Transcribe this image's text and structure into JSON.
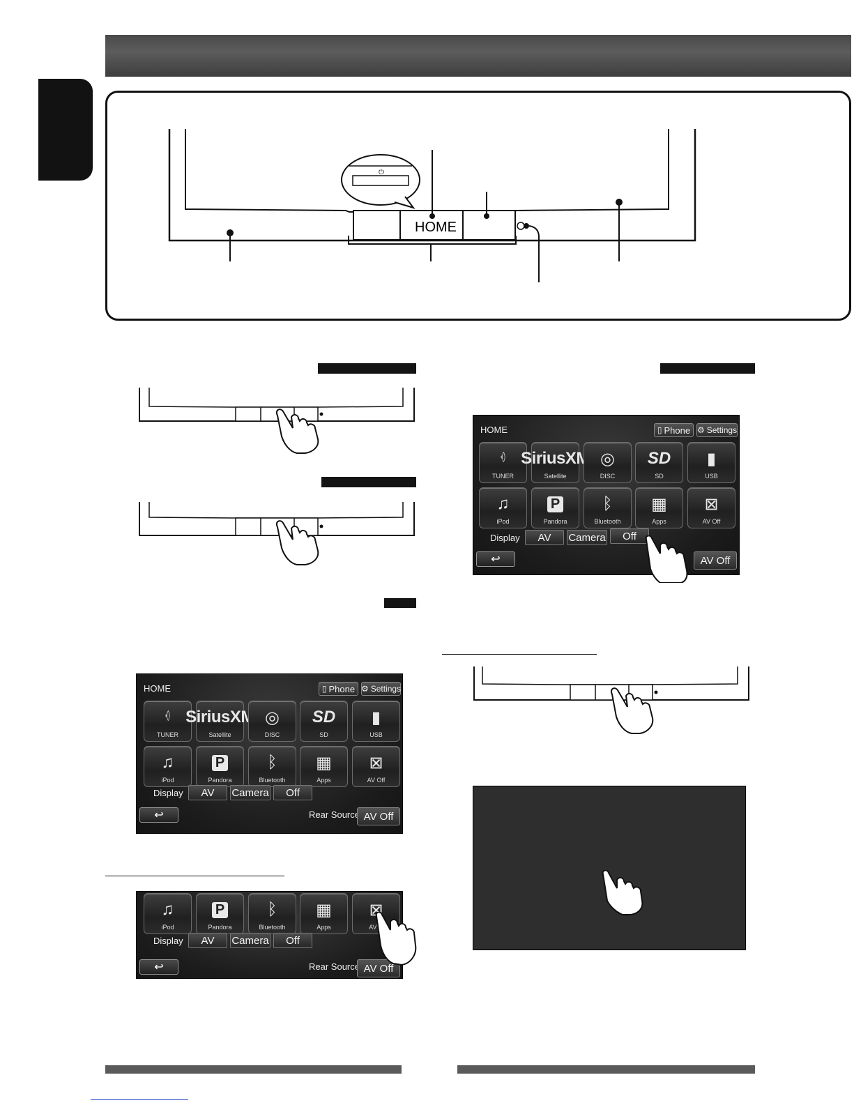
{
  "panel": {
    "home_button_label": "HOME"
  },
  "home_screen": {
    "title": "HOME",
    "phone_label": "Phone",
    "settings_label": "Settings",
    "sources": [
      {
        "label": "TUNER",
        "icon": "tower-icon"
      },
      {
        "label": "Satellite",
        "icon": "siriusxm-icon",
        "logo_text": "SiriusXM"
      },
      {
        "label": "DISC",
        "icon": "disc-icon"
      },
      {
        "label": "SD",
        "icon": "sd-card-icon",
        "logo_text": "SD"
      },
      {
        "label": "USB",
        "icon": "usb-icon"
      },
      {
        "label": "iPod",
        "icon": "ipod-icon"
      },
      {
        "label": "Pandora",
        "icon": "pandora-icon",
        "logo_text": "P"
      },
      {
        "label": "Bluetooth",
        "icon": "bluetooth-icon"
      },
      {
        "label": "Apps",
        "icon": "apps-icon"
      },
      {
        "label": "AV Off",
        "icon": "close-box-icon"
      }
    ],
    "display_label": "Display",
    "display_options": [
      "AV",
      "Camera",
      "Off"
    ],
    "rear_source_label": "Rear Source",
    "rear_source_partial_label": "rce",
    "av_off_label": "AV Off",
    "av_off_partial_label": "AV O"
  }
}
